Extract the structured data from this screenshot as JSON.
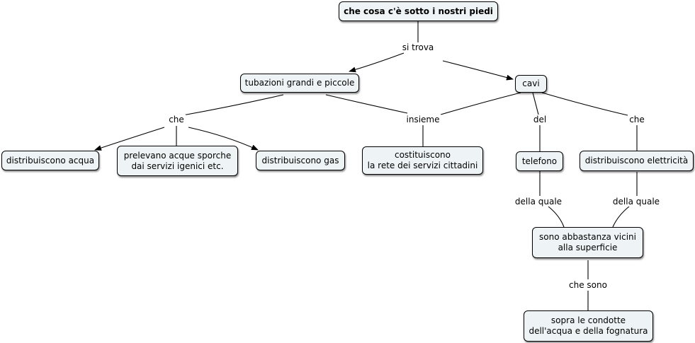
{
  "map": {
    "nodes": {
      "root": "che cosa c'è sotto i nostri piedi",
      "tubazioni": "tubazioni grandi e piccole",
      "cavi": "cavi",
      "acqua": "distribuiscono acqua",
      "sporche": "prelevano acque sporche\ndai servizi igenici etc.",
      "gas": "distribuiscono gas",
      "rete": "costituiscono\nla rete dei servizi cittadini",
      "telefono": "telefono",
      "elettricita": "distribuiscono elettricità",
      "vicini": "sono abbastanza vicini\nalla superficie",
      "condotte": "sopra le condotte\ndell'acqua e della fognatura"
    },
    "links": {
      "si_trova": "si trova",
      "che_tub": "che",
      "insieme": "insieme",
      "del": "del",
      "che_cavi": "che",
      "della_quale_tel": "della quale",
      "della_quale_el": "della quale",
      "che_sono": "che sono"
    }
  }
}
